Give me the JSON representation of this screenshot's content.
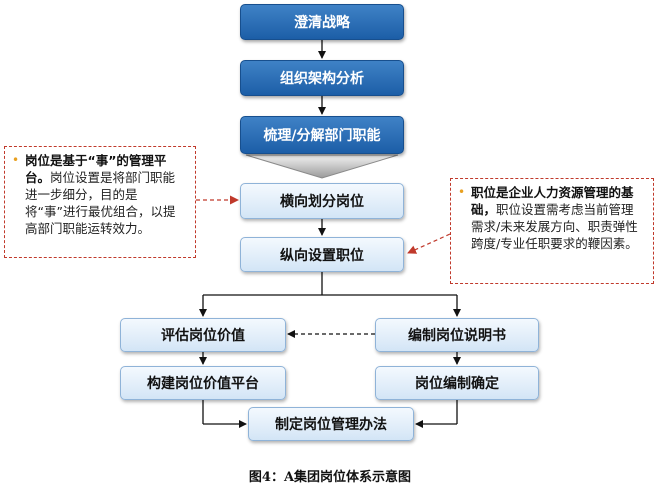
{
  "flow": {
    "step1": "澄清战略",
    "step2": "组织架构分析",
    "step3": "梳理/分解部门职能",
    "step4": "横向划分岗位",
    "step5": "纵向设置职位",
    "left1": "评估岗位价值",
    "left2": "构建岗位价值平台",
    "right1": "编制岗位说明书",
    "right2": "岗位编制确定",
    "final": "制定岗位管理办法"
  },
  "notes": {
    "left": {
      "bold": "岗位是基于“事”的管理平台。",
      "text": "岗位设置是将部门职能进一步细分，目的是将“事”进行最优组合，以提高部门职能运转效力。"
    },
    "right": {
      "bold": "职位是企业人力资源管理的基础，",
      "text": "职位设置需考虑当前管理需求/未来发展方向、职责弹性跨度/专业任职要求的鞭因素。"
    }
  },
  "caption": "图4：A集团岗位体系示意图",
  "colors": {
    "dark_box": "#2a6db5",
    "light_box": "#dbe9f7",
    "note_border": "#c0392b",
    "bullet": "#e8a020"
  }
}
